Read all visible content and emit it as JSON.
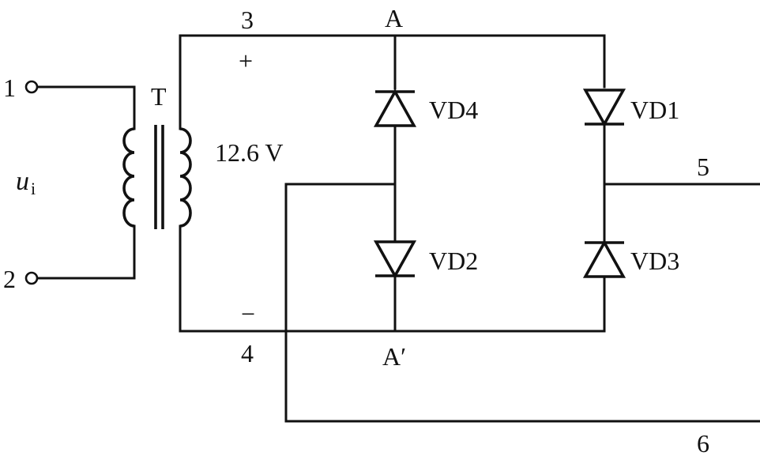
{
  "diagram": {
    "terminals": {
      "t1": "1",
      "t2": "2",
      "t3": "3",
      "t4": "4",
      "t5": "5",
      "t6": "6"
    },
    "input_voltage": {
      "symbol": "u",
      "subscript": "i"
    },
    "transformer": {
      "label": "T"
    },
    "secondary": {
      "plus": "+",
      "minus": "−",
      "voltage": "12.6 V"
    },
    "nodes": {
      "top": "A",
      "bottom": "A′"
    },
    "diodes": {
      "vd1": "VD1",
      "vd2": "VD2",
      "vd3": "VD3",
      "vd4": "VD4"
    },
    "colors": {
      "ink": "#111111",
      "background": "#ffffff"
    }
  }
}
